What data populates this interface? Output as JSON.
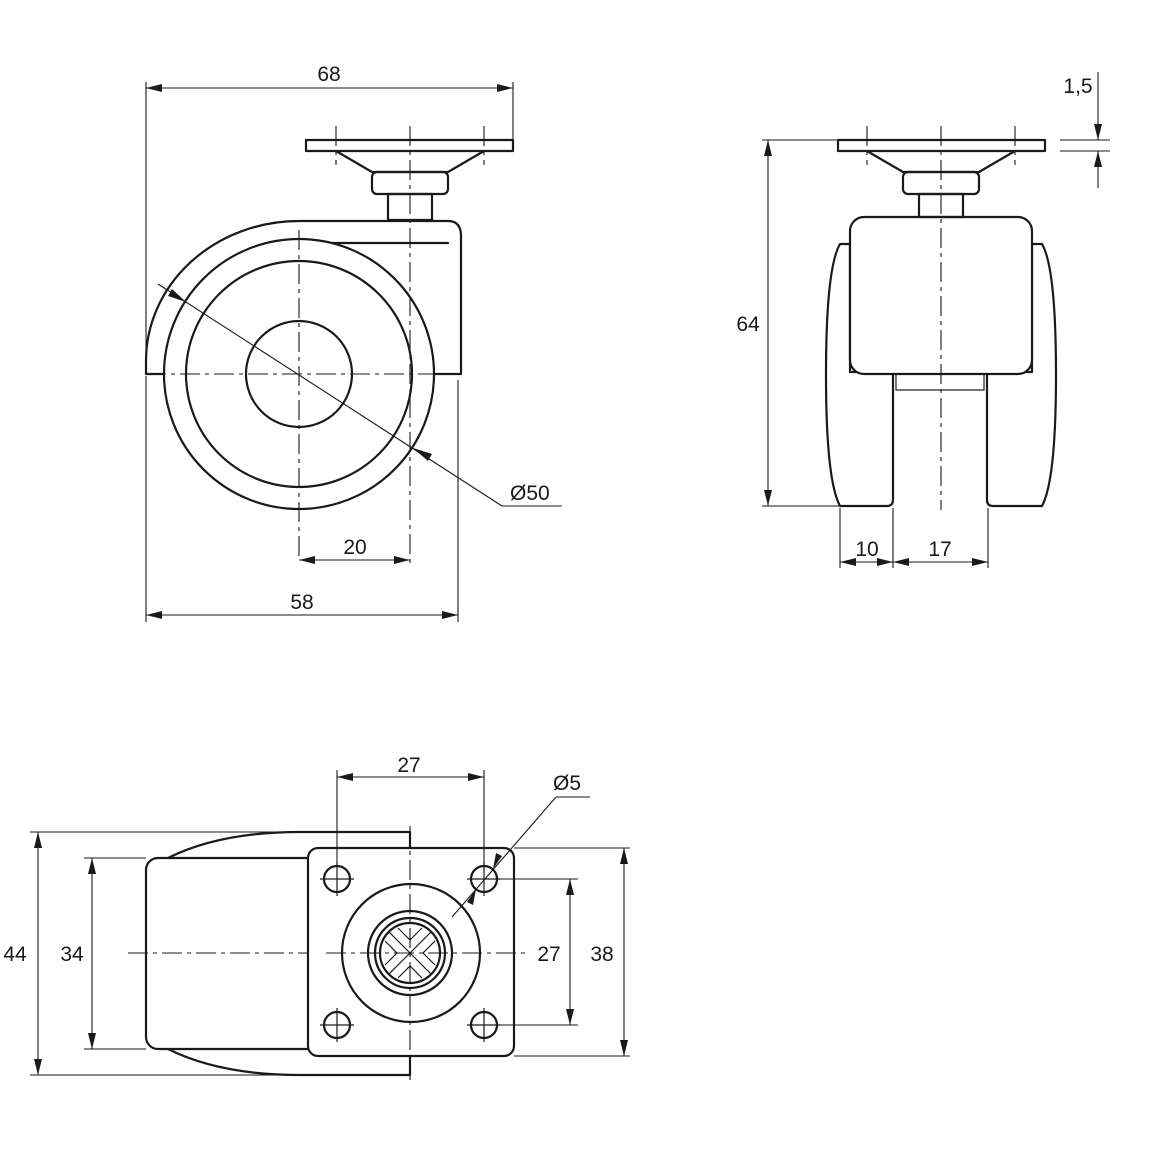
{
  "drawing": {
    "side_view": {
      "overall_length": "68",
      "wheel_diameter": "Ø50",
      "swivel_offset": "20",
      "wheel_extent": "58"
    },
    "front_view": {
      "plate_thickness": "1,5",
      "overall_height": "64",
      "wheel_width": "10",
      "wheel_gap": "17"
    },
    "top_view": {
      "hole_spacing_x": "27",
      "hole_diameter": "Ø5",
      "overall_width": "44",
      "housing_width": "34",
      "hole_spacing_y": "27",
      "plate_width": "38"
    }
  }
}
